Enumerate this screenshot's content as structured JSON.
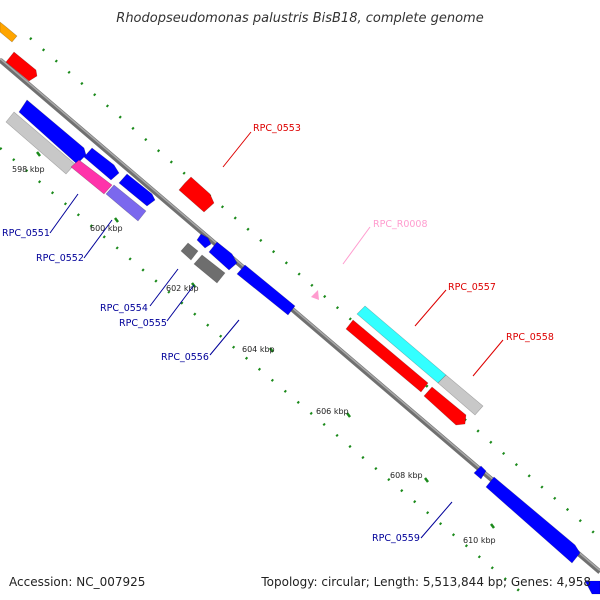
{
  "title": "Rhodopseudomonas palustris BisB18, complete genome",
  "footer": {
    "accession": "Accession: NC_007925",
    "topology": "Topology: circular; Length: 5,513,844 bp; Genes: 4,958"
  },
  "kbp_labels": [
    "598 kbp",
    "600 kbp",
    "602 kbp",
    "604 kbp",
    "606 kbp",
    "608 kbp",
    "610 kbp"
  ],
  "gene_labels": {
    "rpc_0553": "RPC_0553",
    "rpc_r0008": "RPC_R0008",
    "rpc_0557": "RPC_0557",
    "rpc_0558": "RPC_0558",
    "rpc_0551": "RPC_0551",
    "rpc_0552": "RPC_0552",
    "rpc_0554": "RPC_0554",
    "rpc_0555": "RPC_0555",
    "rpc_0556": "RPC_0556",
    "rpc_0559": "RPC_0559"
  },
  "colors": {
    "backbone": "#808080",
    "tick_dots": "#1b8a1b",
    "red": "#ff0000",
    "blue": "#0000ff",
    "cyan": "#33ffff",
    "gray": "#c8c8c8",
    "dark_gray": "#6e6e6e",
    "magenta": "#ff33aa",
    "slate": "#7b68ee",
    "orange": "#ffa500",
    "pink_rna": "#ff9ccf",
    "label_red": "#dd0000",
    "label_blue": "#000099",
    "label_pink": "#ff9ccf"
  }
}
